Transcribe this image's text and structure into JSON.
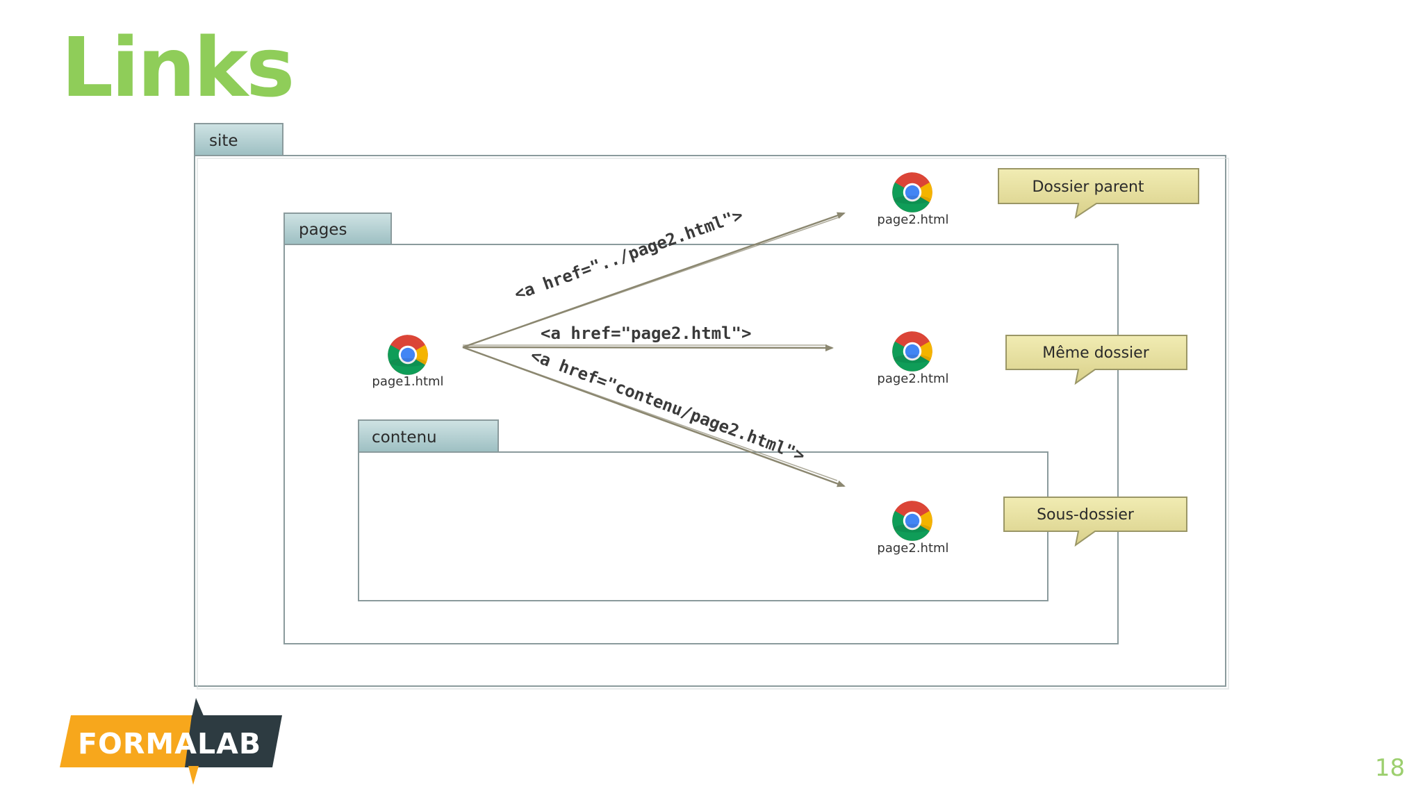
{
  "slide": {
    "title": "Links",
    "page_number": "18"
  },
  "diagram": {
    "folders": {
      "site": "site",
      "pages": "pages",
      "contenu": "contenu"
    },
    "files": {
      "source": "page1.html",
      "target_parent": "page2.html",
      "target_same": "page2.html",
      "target_sub": "page2.html"
    },
    "links": {
      "parent": "<a href=\"../page2.html\">",
      "same": "<a href=\"page2.html\">",
      "sub": "<a href=\"contenu/page2.html\">"
    },
    "callouts": {
      "parent": "Dossier parent",
      "same": "Même dossier",
      "sub": "Sous-dossier"
    }
  },
  "logo": {
    "text": "FORMALAB",
    "colors": {
      "orange": "#f7a71c",
      "dark": "#2d3b41"
    }
  },
  "colors": {
    "title": "#8fcd59",
    "tab": "#a9c9cc",
    "box_border": "#8a9a9c",
    "callout": "#e8e19a",
    "arrow": "#8b8770"
  }
}
